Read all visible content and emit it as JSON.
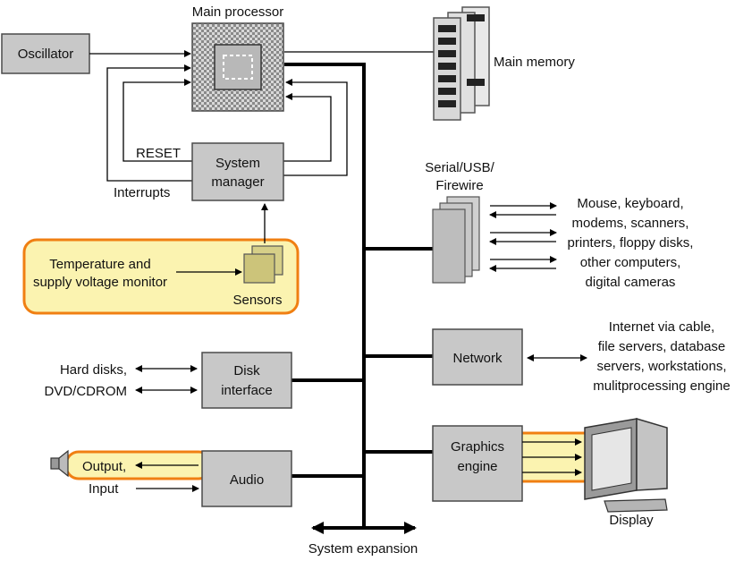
{
  "labels": {
    "main_processor": "Main processor",
    "oscillator": "Oscillator",
    "main_memory": "Main memory",
    "reset": "RESET",
    "interrupts": "Interrupts",
    "system_manager_1": "System",
    "system_manager_2": "manager",
    "temp_1": "Temperature and",
    "temp_2": "supply voltage monitor",
    "sensors": "Sensors",
    "serial_1": "Serial/USB/",
    "serial_2": "Firewire",
    "peripherals": [
      "Mouse, keyboard,",
      "modems, scanners,",
      "printers, floppy disks,",
      "other computers,",
      "digital cameras"
    ],
    "network": "Network",
    "internet": [
      "Internet via cable,",
      "file servers, database",
      "servers, workstations,",
      "mulitprocessing engine"
    ],
    "hard_disks_1": "Hard disks,",
    "hard_disks_2": "DVD/CDROM",
    "disk_1": "Disk",
    "disk_2": "interface",
    "output": "Output,",
    "input": "Input",
    "audio": "Audio",
    "graphics_1": "Graphics",
    "graphics_2": "engine",
    "display": "Display",
    "system_expansion": "System expansion"
  },
  "colors": {
    "box_fill": "#c8c8c8",
    "highlight_fill": "#fbf3b0",
    "highlight_stroke": "#f07f12"
  }
}
